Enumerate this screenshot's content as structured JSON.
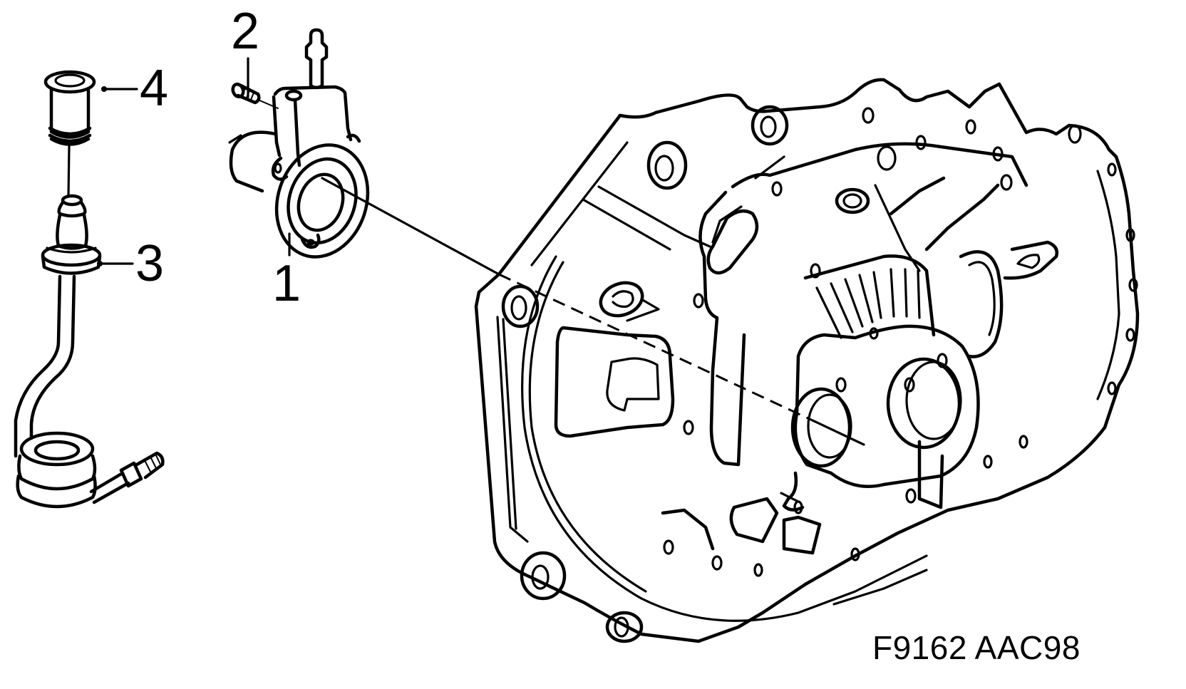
{
  "diagram": {
    "type": "exploded-parts-diagram",
    "subject": "clutch slave cylinder and gearbox bell housing",
    "reference_code": "F9162 AAC98",
    "ink_color": "#000000",
    "background_color": "#ffffff",
    "callouts": [
      {
        "number": "1",
        "part": "slave-cylinder"
      },
      {
        "number": "2",
        "part": "mounting-screw"
      },
      {
        "number": "3",
        "part": "hydraulic-pipe-with-connector"
      },
      {
        "number": "4",
        "part": "sleeve-grommet"
      }
    ],
    "components": [
      "sleeve-grommet",
      "hydraulic-pipe-coil",
      "pipe-end-fitting",
      "slave-cylinder",
      "bleed-nipple",
      "mounting-screw",
      "gearbox-bell-housing"
    ],
    "leader_lines": [
      {
        "from": "slave-cylinder",
        "to": "gearbox-input-shaft",
        "style": "solid-then-dashed"
      }
    ]
  }
}
